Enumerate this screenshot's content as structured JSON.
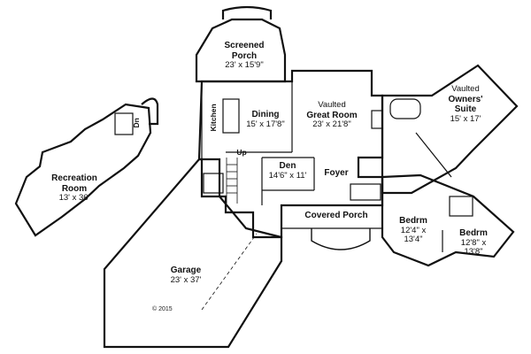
{
  "plan": {
    "rooms": [
      {
        "key": "screened_porch",
        "name": "Screened\nPorch",
        "dims": "23' x 15'9\""
      },
      {
        "key": "dining",
        "name": "Dining",
        "dims": "15' x 17'8\""
      },
      {
        "key": "great_room",
        "name": "Vaulted\nGreat Room",
        "name_parts": [
          "Vaulted",
          "Great Room"
        ],
        "dims": "23' x 21'8\""
      },
      {
        "key": "owners_suite",
        "name_parts": [
          "Vaulted",
          "Owners'",
          "Suite"
        ],
        "dims": "15' x 17'"
      },
      {
        "key": "kitchen",
        "name": "Kitchen"
      },
      {
        "key": "den",
        "name": "Den",
        "dims": "14'6\" x 11'"
      },
      {
        "key": "foyer",
        "name": "Foyer"
      },
      {
        "key": "covered_porch",
        "name": "Covered Porch"
      },
      {
        "key": "bedrm1",
        "name": "Bedrm",
        "dims_parts": [
          "12'4\" x",
          "13'4\""
        ]
      },
      {
        "key": "bedrm2",
        "name": "Bedrm",
        "dims_parts": [
          "12'8\" x",
          "13'8\""
        ]
      },
      {
        "key": "recreation",
        "name_parts": [
          "Recreation",
          "Room"
        ],
        "dims": "13' x 36'"
      },
      {
        "key": "garage",
        "name": "Garage",
        "dims": "23' x 37'"
      }
    ],
    "stair_labels": {
      "up": "Up",
      "dn": "Dn"
    },
    "copyright": "© 2015",
    "line_color": "#111111"
  }
}
